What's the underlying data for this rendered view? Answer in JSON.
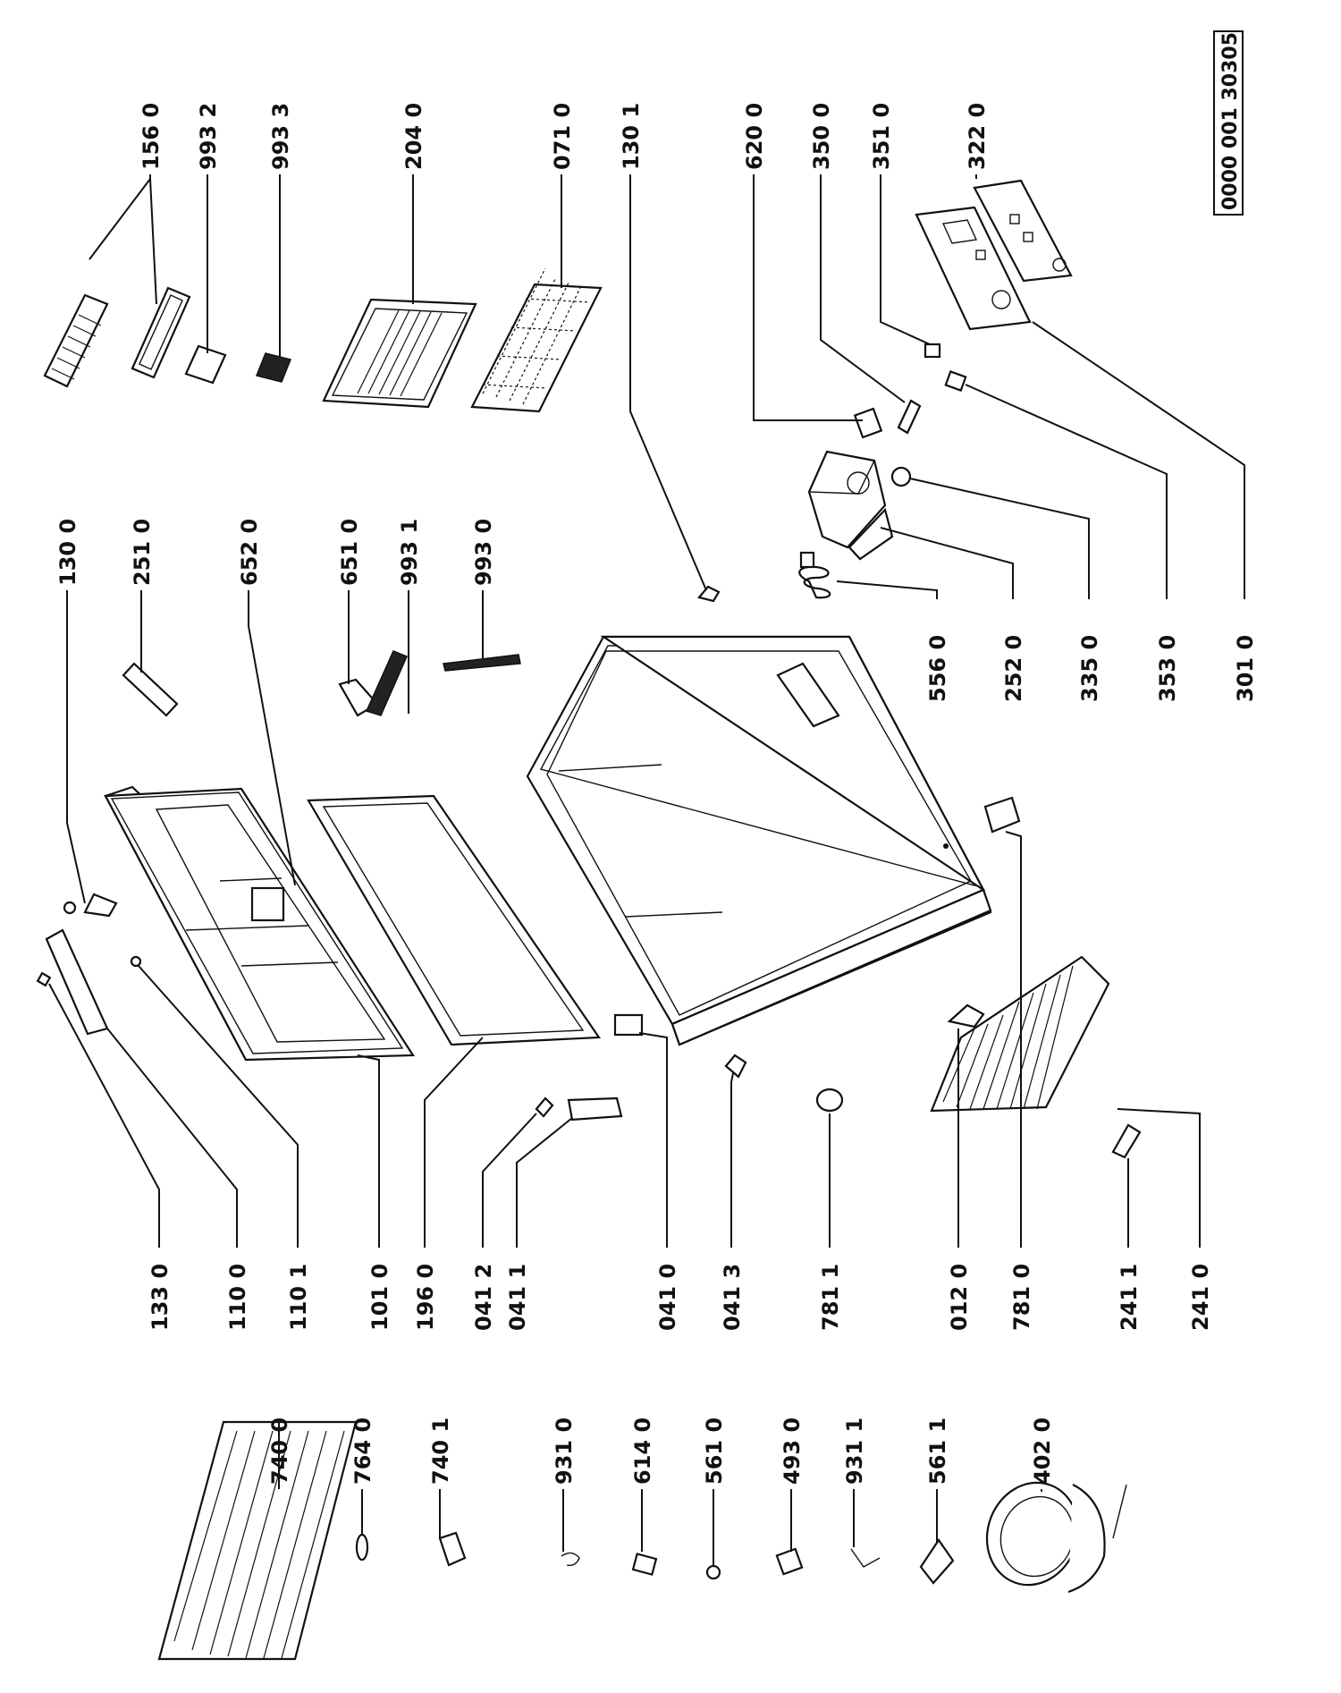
{
  "document_id": "0000 001 30305",
  "labels": {
    "p1560": "156 0",
    "p9932": "993 2",
    "p9933": "993 3",
    "p2040": "204 0",
    "p0710": "071 0",
    "p1301": "130 1",
    "p6200": "620 0",
    "p3500": "350 0",
    "p3510": "351 0",
    "p3220": "322 0",
    "p1300": "130 0",
    "p2510": "251 0",
    "p6520": "652 0",
    "p6510": "651 0",
    "p9931": "993 1",
    "p9930": "993 0",
    "p5560": "556 0",
    "p2520": "252 0",
    "p3350": "335 0",
    "p3530": "353 0",
    "p3010": "301 0",
    "p1330": "133 0",
    "p1100": "110 0",
    "p1101": "110 1",
    "p1010": "101 0",
    "p1960": "196 0",
    "p0412": "041 2",
    "p0411": "041 1",
    "p0410": "041 0",
    "p0413": "041 3",
    "p7811": "781 1",
    "p0120": "012 0",
    "p7810": "781 0",
    "p2411": "241 1",
    "p2410": "241 0",
    "p7400": "740 0",
    "p7640": "764 0",
    "p7401": "740 1",
    "p9310": "931 0",
    "p6140": "614 0",
    "p5610": "561 0",
    "p4930": "493 0",
    "p9311": "931 1",
    "p5611": "561 1",
    "p4020": "402 0"
  }
}
